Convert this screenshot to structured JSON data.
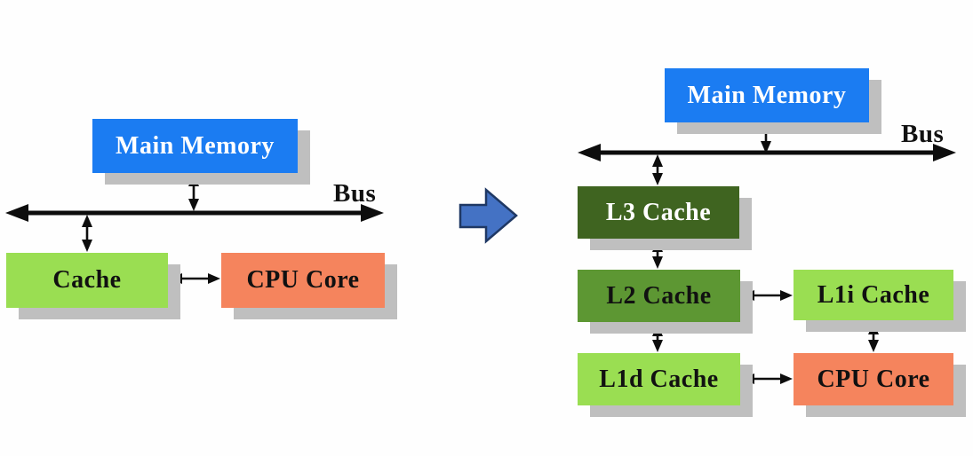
{
  "left_diagram": {
    "main_memory_label": "Main Memory",
    "bus_label": "Bus",
    "cache_label": "Cache",
    "cpu_label": "CPU Core"
  },
  "right_diagram": {
    "main_memory_label": "Main Memory",
    "bus_label": "Bus",
    "l3_label": "L3 Cache",
    "l2_label": "L2 Cache",
    "l1i_label": "L1i Cache",
    "l1d_label": "L1d Cache",
    "cpu_label": "CPU Core"
  },
  "colors": {
    "memory_blue": "#1b7cf2",
    "light_green": "#9ade52",
    "medium_green": "#5d9733",
    "dark_green": "#3f6420",
    "core_orange": "#f5845d",
    "connector_black": "#0d0d0d",
    "transition_arrow_blue": "#4472c4",
    "transition_arrow_border": "#1f3864",
    "shadow_gray": "#bfbfbf"
  }
}
